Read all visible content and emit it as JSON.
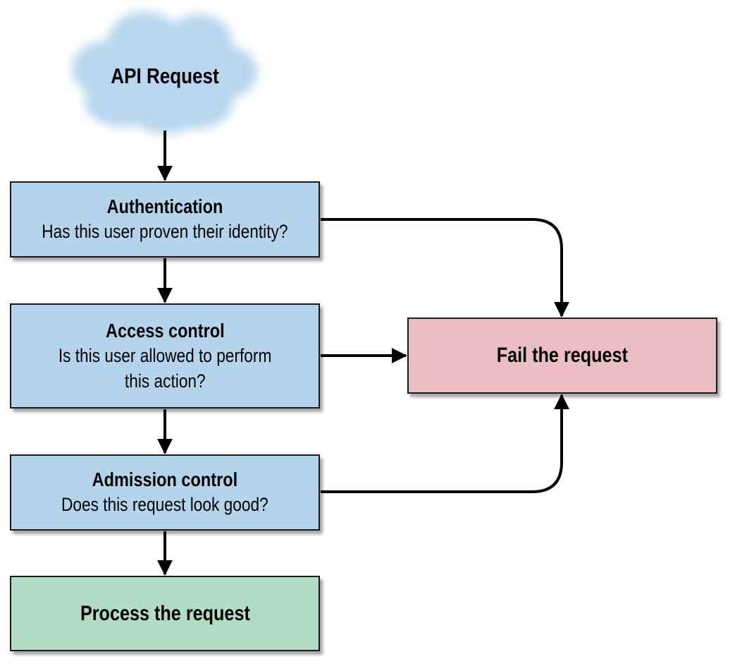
{
  "start": {
    "label": "API Request"
  },
  "steps": [
    {
      "title": "Authentication",
      "question": "Has this user proven their identity?"
    },
    {
      "title": "Access control",
      "question_line1": "Is this user allowed to perform",
      "question_line2": "this action?"
    },
    {
      "title": "Admission control",
      "question": "Does this request look good?"
    }
  ],
  "outcomes": {
    "fail": "Fail the request",
    "process": "Process the request"
  },
  "colors": {
    "step_fill": "#b3d4ea",
    "fail_fill": "#ebbec1",
    "process_fill": "#b2dcc4",
    "cloud_fill": "#b8d7ee"
  }
}
